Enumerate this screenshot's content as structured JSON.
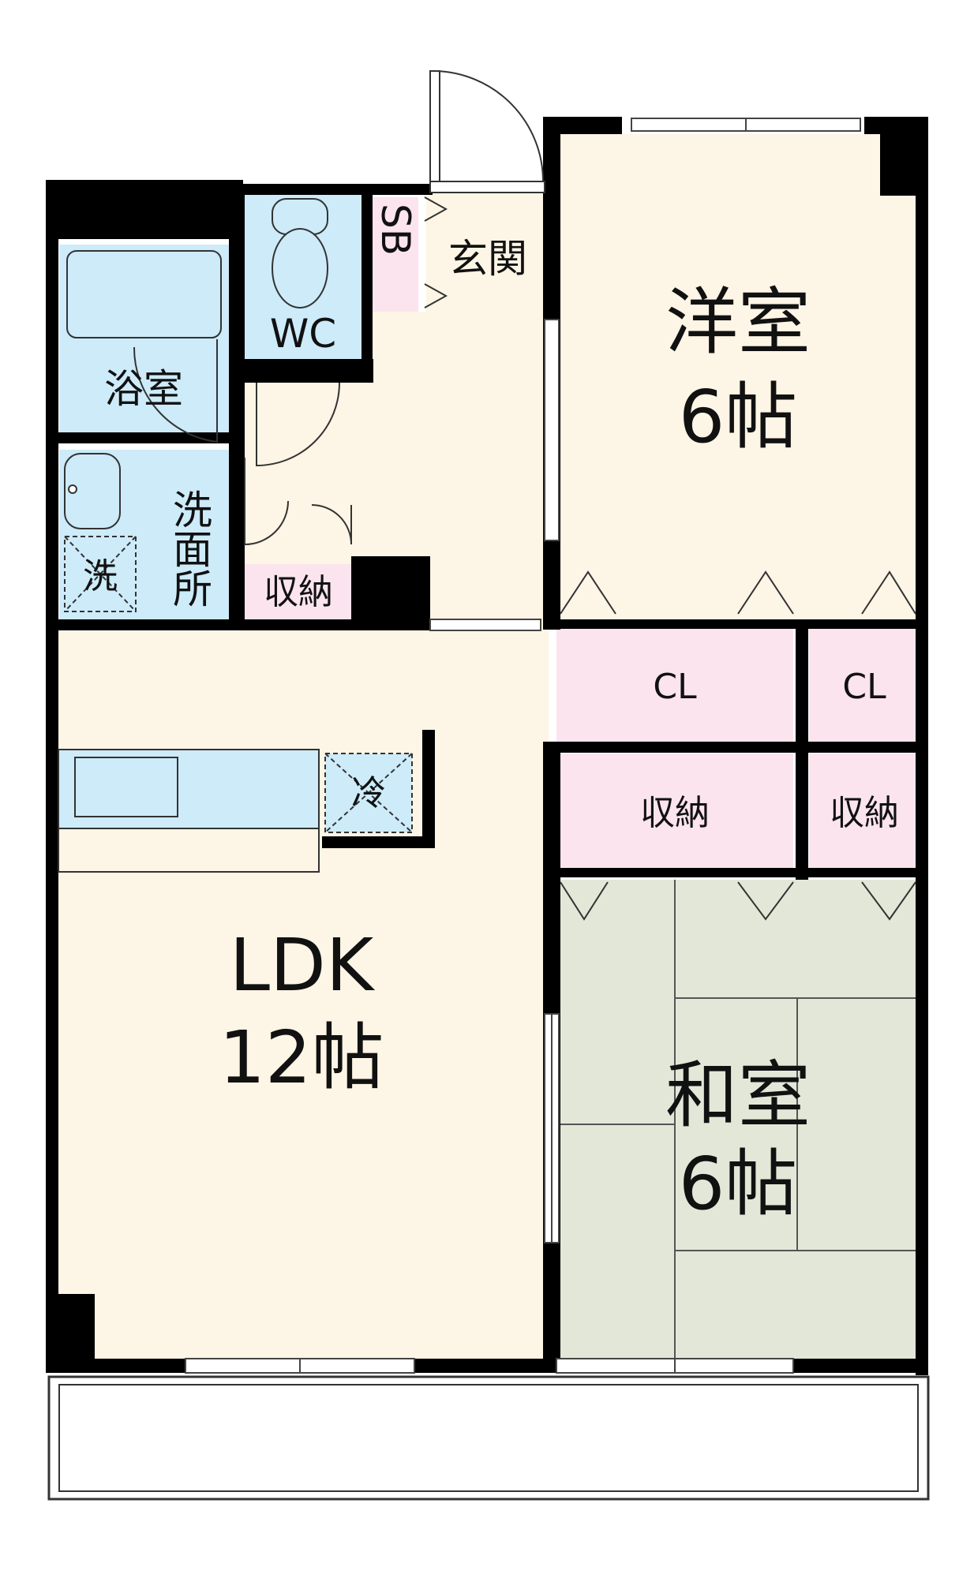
{
  "floor_plan": {
    "rooms": {
      "western": {
        "name": "洋室",
        "size": "6帖"
      },
      "ldk": {
        "name": "LDK",
        "size": "12帖"
      },
      "japanese": {
        "name": "和室",
        "size": "6帖"
      },
      "bath": {
        "name": "浴室"
      },
      "washroom": {
        "name": "洗面所"
      },
      "toilet": {
        "name": "WC"
      },
      "entrance": {
        "name": "玄関"
      }
    },
    "labels": {
      "shoe_box": "SB",
      "closet_1": "CL",
      "closet_2": "CL",
      "storage_hall": "収納",
      "storage_mid_left": "収納",
      "storage_mid_right": "収納",
      "washer": "洗",
      "fridge": "冷"
    },
    "colors": {
      "wall": "#000000",
      "floor_wood": "#fdf5e5",
      "wet_area": "#cdebf9",
      "storage": "#fbe4ee",
      "tatami": "#e3e7d8",
      "window": "#ffffff"
    }
  }
}
